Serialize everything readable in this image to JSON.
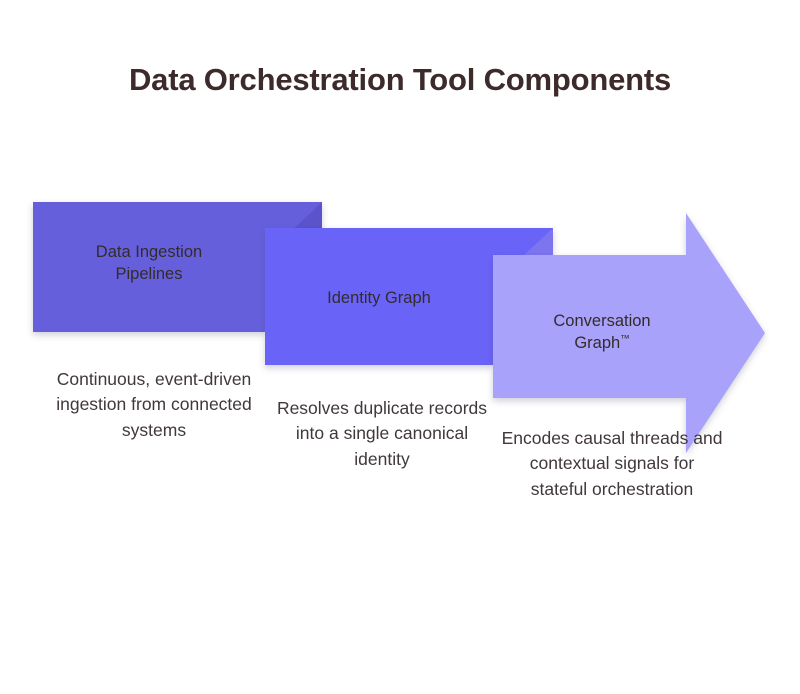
{
  "page": {
    "title": "Data Orchestration Tool Components",
    "background_color": "#ffffff",
    "title_color": "#3d2b2b",
    "caption_color": "#40383a",
    "label_color": "#332b2b"
  },
  "diagram": {
    "type": "chevron-process-flow",
    "direction": "left-to-right-descending",
    "stage_count": 3,
    "stages": [
      {
        "index": 1,
        "label": "Data Ingestion Pipelines",
        "label_line_1": "Data Ingestion",
        "label_line_2": "Pipelines",
        "caption": "Continuous, event-driven ingestion from connected systems",
        "color": "#665fdc",
        "fold_color": "#5a52cc",
        "shape": "ribbon-folded"
      },
      {
        "index": 2,
        "label": "Identity Graph",
        "label_line_1": "Identity Graph",
        "label_line_2": "",
        "caption": "Resolves duplicate records into a single canonical identity",
        "color": "#6a63f7",
        "fold_color": "#7b74ef",
        "shape": "ribbon-folded"
      },
      {
        "index": 3,
        "label": "Conversation Graph™",
        "label_line_1": "Conversation",
        "label_line_2": "Graph",
        "label_trademark": "™",
        "caption": "Encodes causal threads and contextual signals for stateful orchestration",
        "color": "#a9a2fb",
        "fold_color": "#a9a2fb",
        "shape": "arrow-right"
      }
    ]
  }
}
